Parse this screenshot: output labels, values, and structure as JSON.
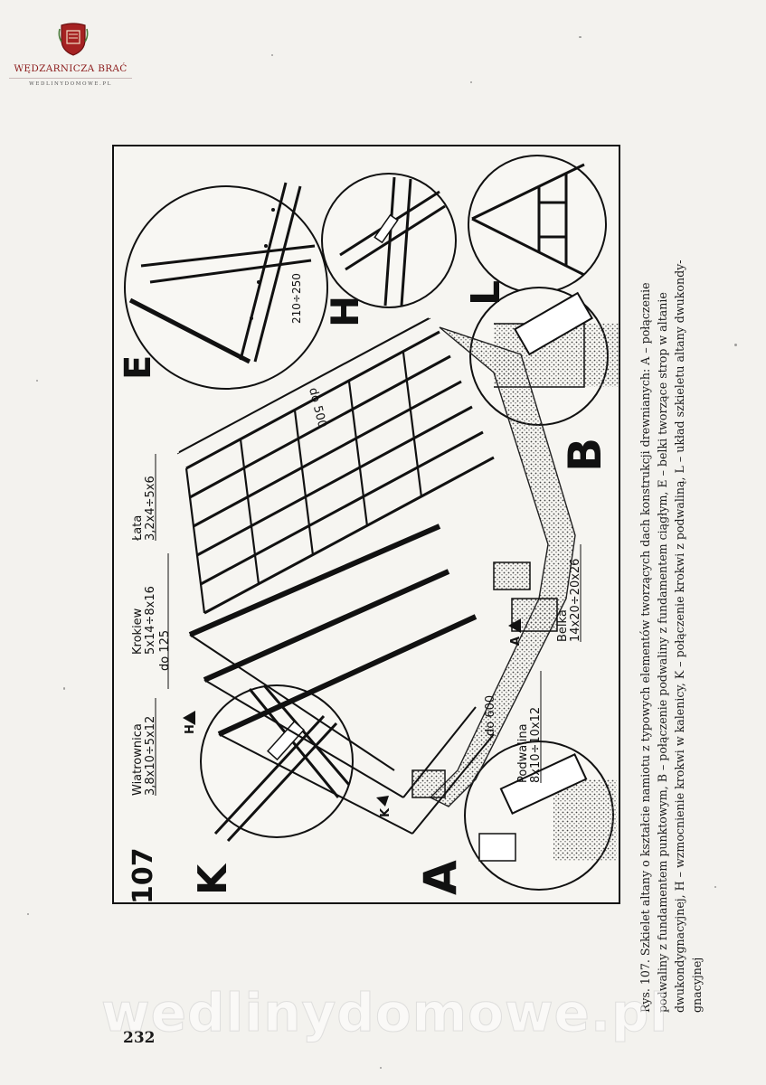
{
  "logo": {
    "brand": "WĘDZARNICZA BRAĆ",
    "subtitle": "WEDLINYDOMOWE.PL"
  },
  "figure": {
    "number": "107",
    "panel_letters": {
      "A": "A",
      "B": "B",
      "E": "E",
      "H": "H",
      "K": "K",
      "L": "L"
    },
    "labels": {
      "wiatrownica": "Wiatrownica",
      "wiatrownica_dim": "3,8x10÷5x12",
      "krokiew": "Krokiew",
      "krokiew_dim": "5x14÷8x16",
      "lata": "Łata",
      "lata_dim": "3,2x4÷5x6",
      "do125": "do 125",
      "do500": "do 500",
      "do600": "do 600",
      "podwalina": "Podwalina",
      "podwalina_dim": "8x10÷10x12",
      "belka": "Belka",
      "belka_dim": "14x20÷20x26",
      "spacing": "210÷250"
    },
    "arrow_letters": {
      "H": "H",
      "K": "K",
      "A": "A"
    }
  },
  "caption": {
    "lines": [
      "Rys. 107. Szkielet altany o kształcie namiotu z typowych elementów tworzących dach konstrukcji drewnianych: A – połączenie",
      "podwaliny z fundamentem punktowym, B – połączenie podwaliny z fundamentem ciągłym, E – belki tworzące strop w altanie",
      "dwukondygnacyjnej, H – wzmocnienie krokwi w kalenicy, K – połączenie krokwi z podwaliną, L – układ szkieletu altany dwukondy-",
      "gnacyjnej"
    ]
  },
  "page_number": "232",
  "watermark": "wedlinydomowe.pl"
}
